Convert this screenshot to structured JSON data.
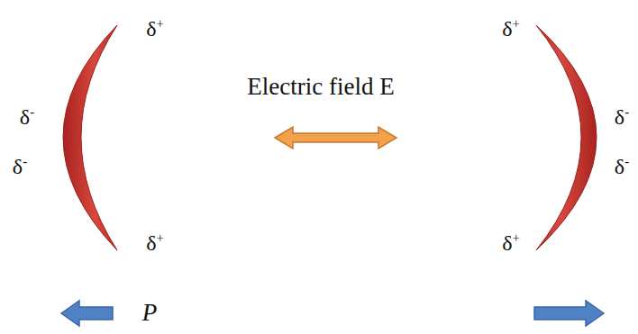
{
  "diagram": {
    "labels": [
      "δ+",
      "δ+",
      "Electric field E",
      "δ-",
      "δ-",
      "δ-",
      "δ-",
      "δ+",
      "δ+",
      "P"
    ]
  }
}
